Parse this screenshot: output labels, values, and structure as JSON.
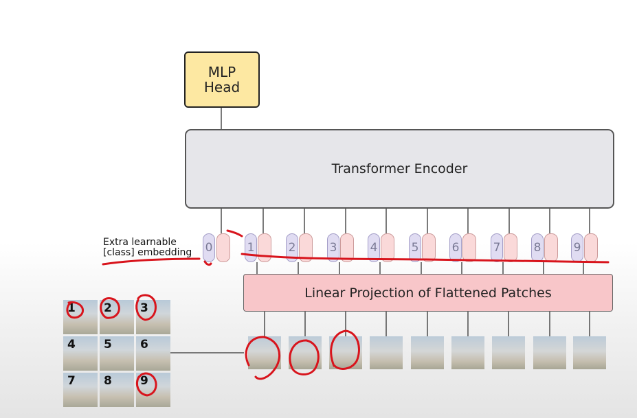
{
  "mlp_head": {
    "line1": "MLP",
    "line2": "Head"
  },
  "encoder": {
    "label": "Transformer Encoder"
  },
  "projection": {
    "label": "Linear Projection of Flattened Patches"
  },
  "cls_embedding": {
    "line1": "Extra learnable",
    "line2": "[class] embedding"
  },
  "tokens": [
    "0",
    "1",
    "2",
    "3",
    "4",
    "5",
    "6",
    "7",
    "8",
    "9"
  ],
  "grid": [
    "1",
    "2",
    "3",
    "4",
    "5",
    "6",
    "7",
    "8",
    "9"
  ],
  "colors": {
    "mlp_fill": "#fde8a2",
    "encoder_fill": "#e6e6ea",
    "projection_fill": "#f8c6c9",
    "position_fill": "#e0dcf2",
    "embedding_fill": "#fad9d9",
    "annotation_ink": "#d8141c"
  }
}
